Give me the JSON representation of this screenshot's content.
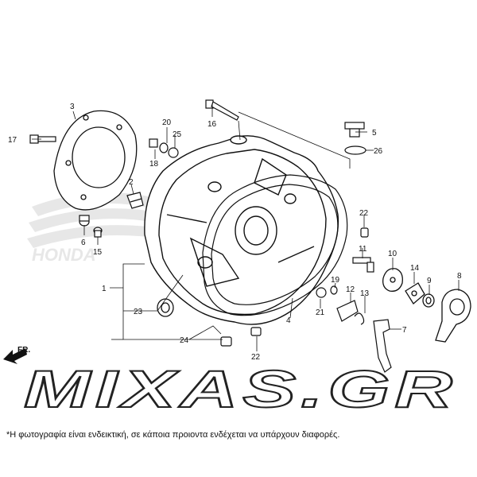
{
  "labels": {
    "p1": "1",
    "p2": "2",
    "p3": "3",
    "p4": "4",
    "p5": "5",
    "p6": "6",
    "p7": "7",
    "p8": "8",
    "p9": "9",
    "p10": "10",
    "p11": "11",
    "p12": "12",
    "p13": "13",
    "p14": "14",
    "p15": "15",
    "p16": "16",
    "p17": "17",
    "p18": "18",
    "p19": "19",
    "p20": "20",
    "p21": "21",
    "p22a": "22",
    "p22b": "22",
    "p23": "23",
    "p24": "24",
    "p25": "25",
    "p26": "26"
  },
  "direction": "FR.",
  "watermark": {
    "brand": "HONDA",
    "site": "MIXAS.GR"
  },
  "disclaimer": "*Η φωτογραφία είναι ενδεικτική, σε κάποια προιοντα ενδέχεται να υπάρχουν διαφορές."
}
